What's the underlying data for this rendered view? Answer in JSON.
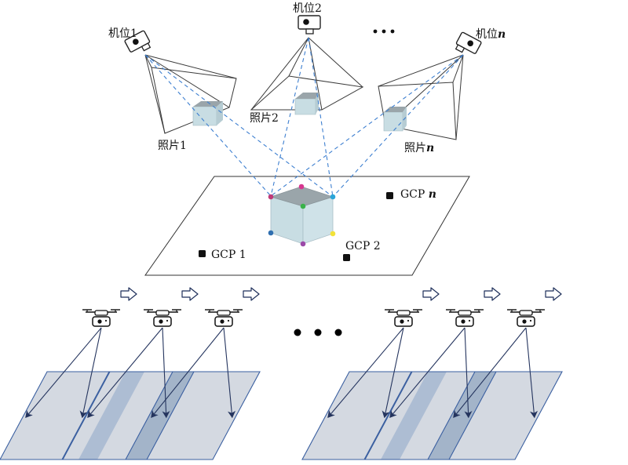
{
  "cameras": [
    {
      "label": "机位",
      "num": "1",
      "num_italic": false
    },
    {
      "label": "机位",
      "num": "2",
      "num_italic": false
    },
    {
      "label": "机位",
      "num": "n",
      "num_italic": true
    }
  ],
  "photos": [
    {
      "label": "照片",
      "num": "1",
      "num_italic": false
    },
    {
      "label": "照片",
      "num": "2",
      "num_italic": false
    },
    {
      "label": "照片",
      "num": "n",
      "num_italic": true
    }
  ],
  "gcps": [
    {
      "label": "GCP",
      "num": "1",
      "num_italic": false
    },
    {
      "label": "GCP",
      "num": "2",
      "num_italic": false
    },
    {
      "label": "GCP",
      "num": "n",
      "num_italic": true
    }
  ],
  "colors": {
    "ray": "#3d7fd0",
    "frustum": "#3a3a3a",
    "cube_front": "#c8dde3",
    "cube_top": "#9aa5aa",
    "strip_fill": "#d4d9e1",
    "strip_overlap": "#a3b4c9",
    "strip_overlap_deep": "#7f9bc4",
    "strip_edge": "#3a5fa0",
    "flight_ray": "#24345e",
    "corner_magenta": "#c03a79",
    "corner_pink": "#d7368f",
    "corner_green": "#3ab24a",
    "corner_cyan": "#2aa5d9",
    "corner_blue": "#2f6fb0",
    "corner_purple": "#9b4aa8",
    "corner_yellow": "#f2e238"
  }
}
